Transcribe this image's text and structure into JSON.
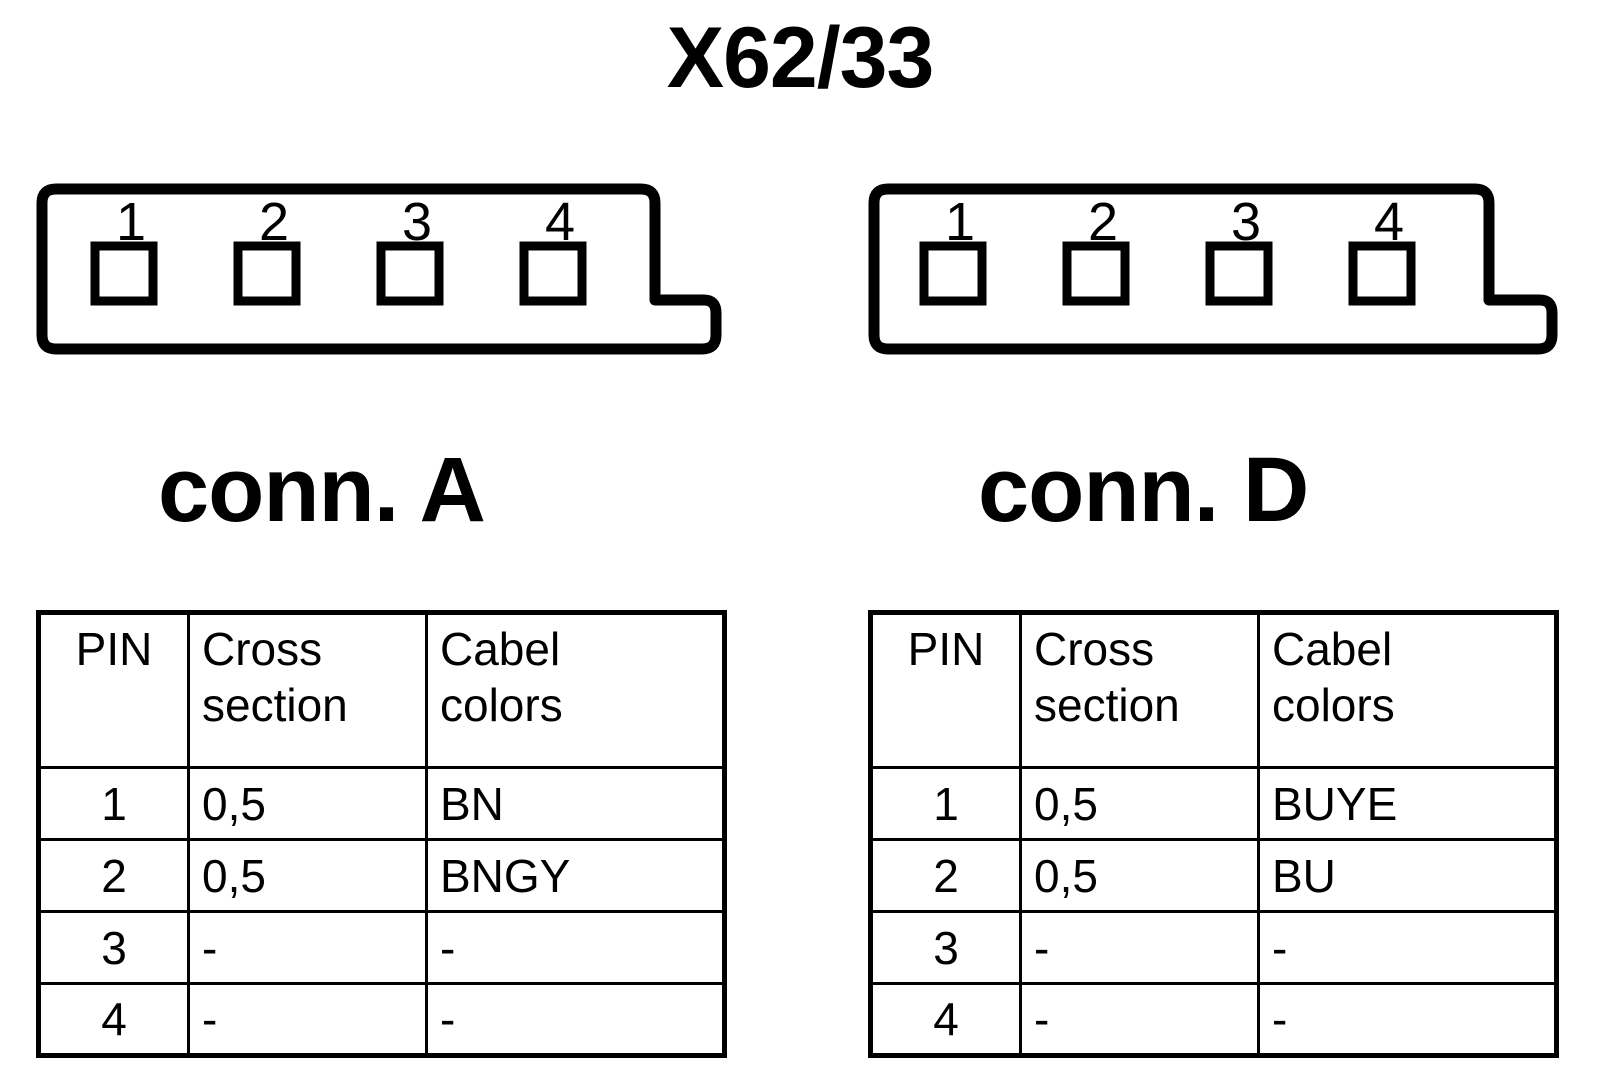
{
  "title": "X62/33",
  "connectors": [
    {
      "id": "A",
      "label": "conn. A",
      "pins": [
        "1",
        "2",
        "3",
        "4"
      ],
      "table": {
        "headers": {
          "pin": "PIN",
          "cross_section": "Cross\nsection",
          "cabel_colors": "Cabel\ncolors"
        },
        "rows": [
          {
            "pin": "1",
            "cross_section": "0,5",
            "cabel_colors": "BN"
          },
          {
            "pin": "2",
            "cross_section": "0,5",
            "cabel_colors": "BNGY"
          },
          {
            "pin": "3",
            "cross_section": "-",
            "cabel_colors": "-"
          },
          {
            "pin": "4",
            "cross_section": "-",
            "cabel_colors": "-"
          }
        ]
      }
    },
    {
      "id": "D",
      "label": "conn. D",
      "pins": [
        "1",
        "2",
        "3",
        "4"
      ],
      "table": {
        "headers": {
          "pin": "PIN",
          "cross_section": "Cross\nsection",
          "cabel_colors": "Cabel\ncolors"
        },
        "rows": [
          {
            "pin": "1",
            "cross_section": "0,5",
            "cabel_colors": "BUYE"
          },
          {
            "pin": "2",
            "cross_section": "0,5",
            "cabel_colors": "BU"
          },
          {
            "pin": "3",
            "cross_section": "-",
            "cabel_colors": "-"
          },
          {
            "pin": "4",
            "cross_section": "-",
            "cabel_colors": "-"
          }
        ]
      }
    }
  ],
  "colors": {
    "stroke": "#000000",
    "background": "#ffffff"
  }
}
